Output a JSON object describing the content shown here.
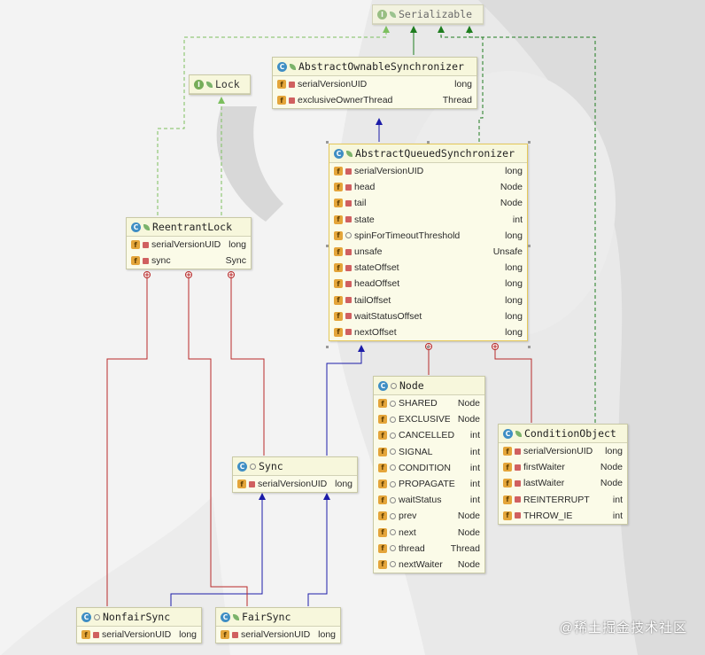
{
  "watermark": "@稀土掘金技术社区",
  "colors": {
    "implements": "#7cbf5e",
    "extends": "#1c1ca8",
    "extends_interface": "#1f7d1f",
    "inner": "#b82a2a"
  },
  "nodes": {
    "serializable": {
      "title": "Serializable",
      "kind": "i",
      "fields": []
    },
    "lock": {
      "title": "Lock",
      "kind": "i",
      "fields": []
    },
    "aos": {
      "title": "AbstractOwnableSynchronizer",
      "kind": "c",
      "fields": [
        {
          "name": "serialVersionUID",
          "type": "long",
          "icon": "f",
          "vis": "private"
        },
        {
          "name": "exclusiveOwnerThread",
          "type": "Thread",
          "icon": "f",
          "vis": "private"
        }
      ]
    },
    "aqs": {
      "title": "AbstractQueuedSynchronizer",
      "kind": "c",
      "fields": [
        {
          "name": "serialVersionUID",
          "type": "long",
          "icon": "f",
          "vis": "private"
        },
        {
          "name": "head",
          "type": "Node",
          "icon": "f",
          "vis": "private"
        },
        {
          "name": "tail",
          "type": "Node",
          "icon": "f",
          "vis": "private"
        },
        {
          "name": "state",
          "type": "int",
          "icon": "f",
          "vis": "private"
        },
        {
          "name": "spinForTimeoutThreshold",
          "type": "long",
          "icon": "f",
          "vis": "pkg"
        },
        {
          "name": "unsafe",
          "type": "Unsafe",
          "icon": "f",
          "vis": "private"
        },
        {
          "name": "stateOffset",
          "type": "long",
          "icon": "f",
          "vis": "private"
        },
        {
          "name": "headOffset",
          "type": "long",
          "icon": "f",
          "vis": "private"
        },
        {
          "name": "tailOffset",
          "type": "long",
          "icon": "f",
          "vis": "private"
        },
        {
          "name": "waitStatusOffset",
          "type": "long",
          "icon": "f",
          "vis": "private"
        },
        {
          "name": "nextOffset",
          "type": "long",
          "icon": "f",
          "vis": "private"
        }
      ]
    },
    "reentrant": {
      "title": "ReentrantLock",
      "kind": "c",
      "fields": [
        {
          "name": "serialVersionUID",
          "type": "long",
          "icon": "f",
          "vis": "private"
        },
        {
          "name": "sync",
          "type": "Sync",
          "icon": "f",
          "vis": "private"
        }
      ]
    },
    "node": {
      "title": "Node",
      "kind": "c",
      "fields": [
        {
          "name": "SHARED",
          "type": "Node",
          "icon": "f",
          "vis": "pkg"
        },
        {
          "name": "EXCLUSIVE",
          "type": "Node",
          "icon": "f",
          "vis": "pkg"
        },
        {
          "name": "CANCELLED",
          "type": "int",
          "icon": "f",
          "vis": "pkg"
        },
        {
          "name": "SIGNAL",
          "type": "int",
          "icon": "f",
          "vis": "pkg"
        },
        {
          "name": "CONDITION",
          "type": "int",
          "icon": "f",
          "vis": "pkg"
        },
        {
          "name": "PROPAGATE",
          "type": "int",
          "icon": "f",
          "vis": "pkg"
        },
        {
          "name": "waitStatus",
          "type": "int",
          "icon": "f",
          "vis": "pkg"
        },
        {
          "name": "prev",
          "type": "Node",
          "icon": "f",
          "vis": "pkg"
        },
        {
          "name": "next",
          "type": "Node",
          "icon": "f",
          "vis": "pkg"
        },
        {
          "name": "thread",
          "type": "Thread",
          "icon": "f",
          "vis": "pkg"
        },
        {
          "name": "nextWaiter",
          "type": "Node",
          "icon": "f",
          "vis": "pkg"
        }
      ]
    },
    "condition": {
      "title": "ConditionObject",
      "kind": "c",
      "fields": [
        {
          "name": "serialVersionUID",
          "type": "long",
          "icon": "f",
          "vis": "private"
        },
        {
          "name": "firstWaiter",
          "type": "Node",
          "icon": "f",
          "vis": "private"
        },
        {
          "name": "lastWaiter",
          "type": "Node",
          "icon": "f",
          "vis": "private"
        },
        {
          "name": "REINTERRUPT",
          "type": "int",
          "icon": "f",
          "vis": "private"
        },
        {
          "name": "THROW_IE",
          "type": "int",
          "icon": "f",
          "vis": "private"
        }
      ]
    },
    "sync": {
      "title": "Sync",
      "kind": "c",
      "fields": [
        {
          "name": "serialVersionUID",
          "type": "long",
          "icon": "f",
          "vis": "private"
        }
      ]
    },
    "nonfair": {
      "title": "NonfairSync",
      "kind": "c",
      "fields": [
        {
          "name": "serialVersionUID",
          "type": "long",
          "icon": "f",
          "vis": "private"
        }
      ]
    },
    "fair": {
      "title": "FairSync",
      "kind": "c",
      "fields": [
        {
          "name": "serialVersionUID",
          "type": "long",
          "icon": "f",
          "vis": "private"
        }
      ]
    }
  }
}
